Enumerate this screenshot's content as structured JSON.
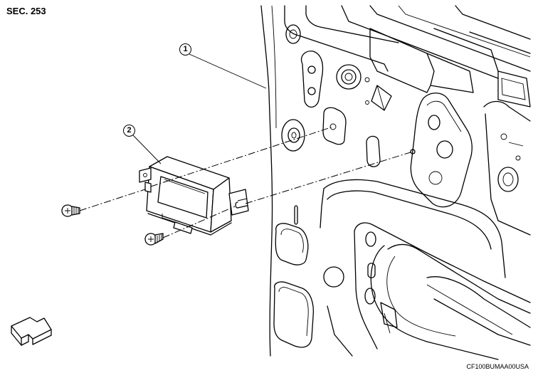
{
  "section_label": "SEC. 253",
  "image_code": "CF100BUMAA00USA",
  "callouts": [
    {
      "id": "1",
      "text": "1",
      "part": "door inner panel"
    },
    {
      "id": "2",
      "text": "2",
      "part": "control unit"
    }
  ],
  "icons": {
    "front_arrow": "vehicle-front-arrow-icon",
    "screw": "screw-icon"
  }
}
